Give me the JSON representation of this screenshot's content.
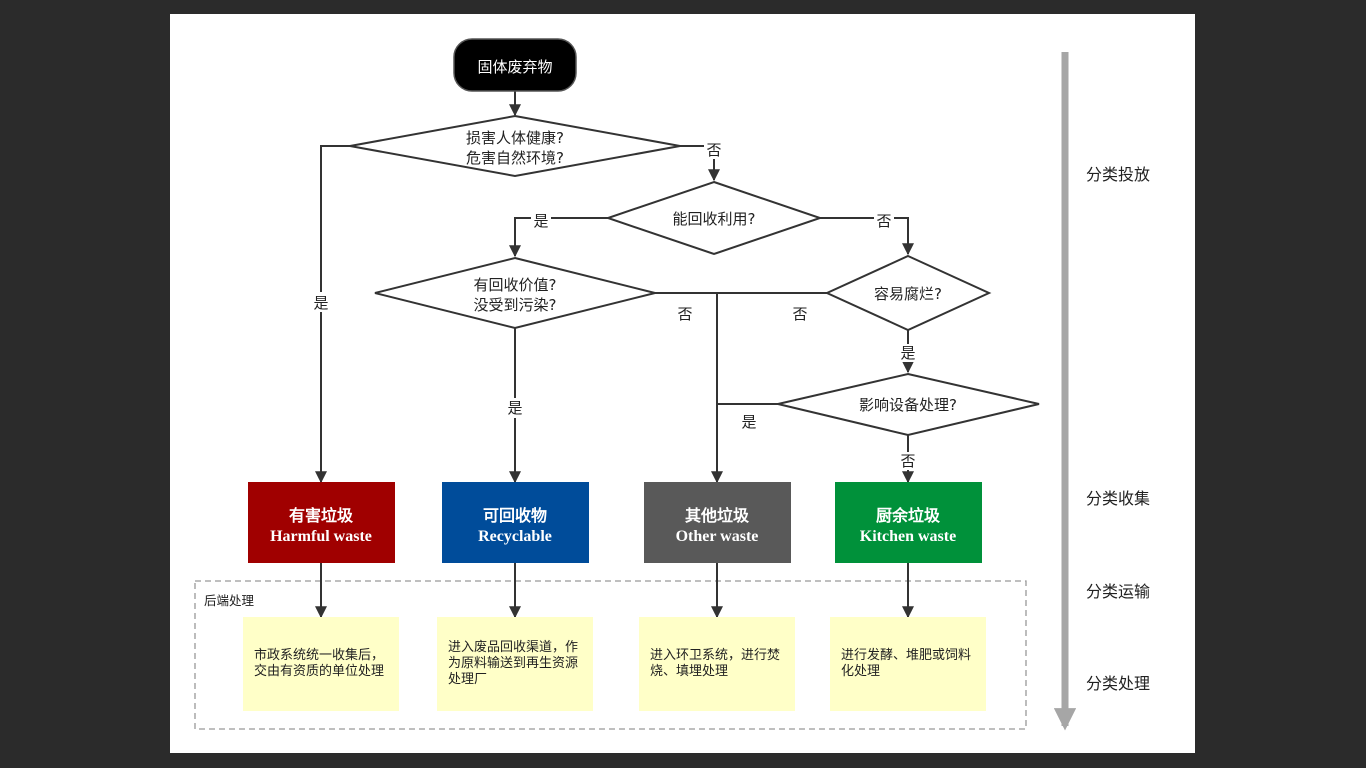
{
  "start": "固体废弃物",
  "decisions": {
    "d1": [
      "损害人体健康?",
      "危害自然环境?"
    ],
    "d2": "能回收利用?",
    "d3": [
      "有回收价值?",
      "没受到污染?"
    ],
    "d4": "容易腐烂?",
    "d5": "影响设备处理?"
  },
  "edge_labels": {
    "yes": "是",
    "no": "否"
  },
  "categories": [
    {
      "title": "有害垃圾",
      "subtitle": "Harmful waste",
      "color": "#a00000"
    },
    {
      "title": "可回收物",
      "subtitle": "Recyclable",
      "color": "#004c9a"
    },
    {
      "title": "其他垃圾",
      "subtitle": "Other waste",
      "color": "#595959"
    },
    {
      "title": "厨余垃圾",
      "subtitle": "Kitchen waste",
      "color": "#00913a"
    }
  ],
  "backend_label": "后端处理",
  "notes": [
    "市政系统统一收集后，交由有资质的单位处理",
    "进入废品回收渠道，作为原料输送到再生资源处理厂",
    "进入环卫系统，进行焚烧、填埋处理",
    "进行发酵、堆肥或饲料化处理"
  ],
  "stages": [
    "分类投放",
    "分类收集",
    "分类运输",
    "分类处理"
  ],
  "colors": {
    "start_fill": "#000000",
    "note_fill": "#ffffc8",
    "arrow": "#333333",
    "stage_arrow": "#a6a6a6"
  }
}
